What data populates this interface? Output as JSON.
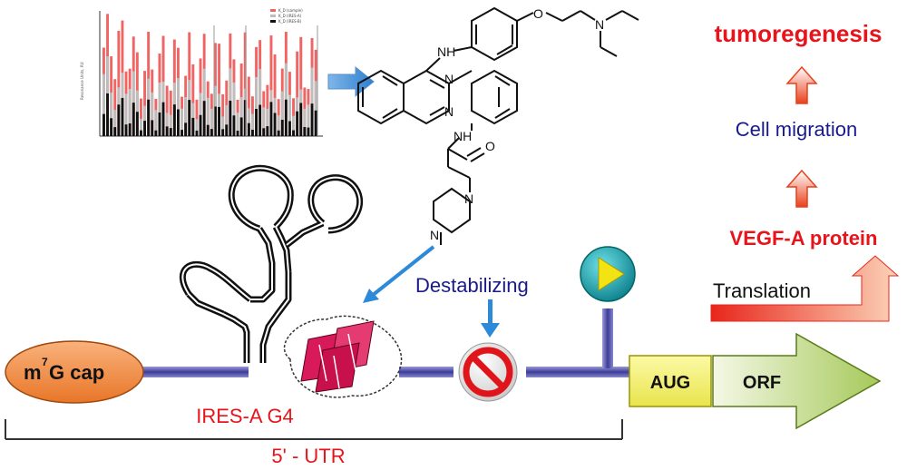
{
  "cap": {
    "prefix": "m",
    "superscript": "7",
    "suffix": "G cap"
  },
  "ires_label": "IRES-A G4",
  "utr_label": "5' - UTR",
  "destabilizing_label": "Destabilizing",
  "aug_label": "AUG",
  "orf_label": "ORF",
  "translation_label": "Translation",
  "vegf_label": "VEGF-A protein",
  "migration_label": "Cell migration",
  "tumor_label": "tumoregenesis",
  "chem": {
    "nh_top": "NH",
    "o_label": "O",
    "n_amine": "N",
    "n_ring1": "N",
    "n_ring2": "N",
    "nh_amide": "NH",
    "o_amide": "O",
    "n_pip1": "N",
    "n_pip2": "N"
  },
  "inset_chart": {
    "legend": [
      "K_D (sample)",
      "K_D (IRES-A)",
      "K_D (IRES-B)"
    ],
    "ylabel": "Resonance Units, RU"
  },
  "colors": {
    "cap_fill": "#f08a3c",
    "aug_fill": "#f6f36a",
    "orf_fill": "#c9df8a",
    "red_text": "#e8141b",
    "blue_text": "#1a1a8c",
    "arrow_blue": "#2d8ad8",
    "g4_pink": "#d91a5a",
    "rna_line": "#5a5ab0"
  }
}
